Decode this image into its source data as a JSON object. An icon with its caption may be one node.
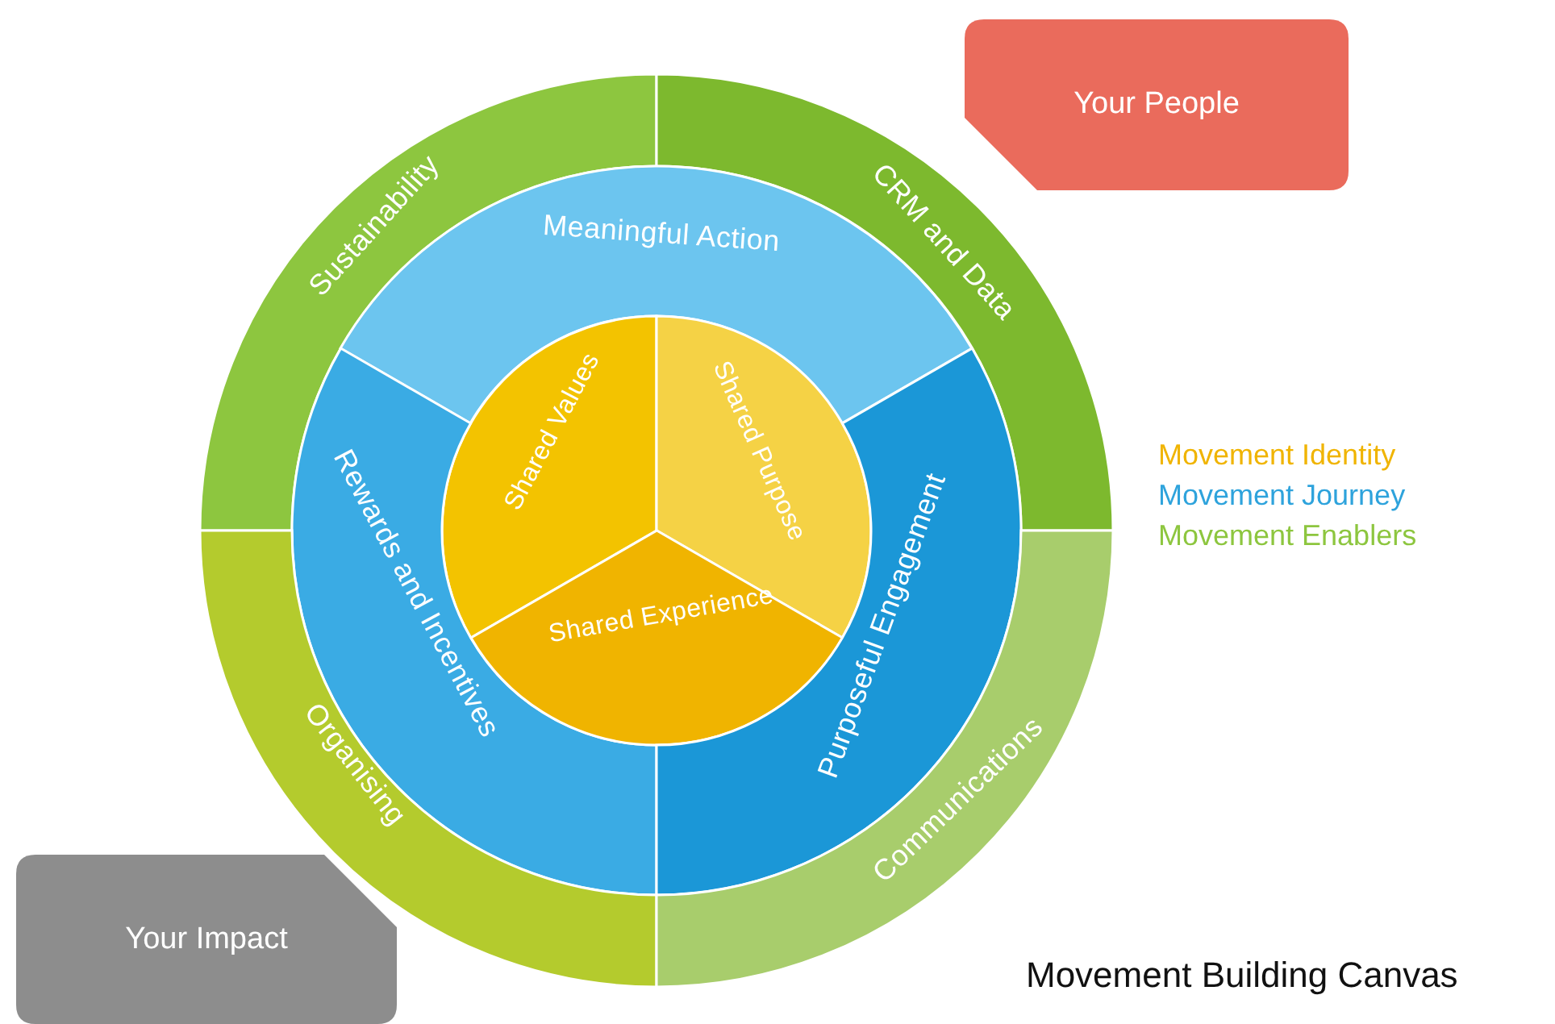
{
  "diagram": {
    "caption": "Movement Building Canvas",
    "nodes": [
      {
        "text": [
          "Sustainability"
        ]
      },
      {
        "text": [
          "CRM and Data"
        ]
      },
      {
        "text": [
          "Your People"
        ]
      },
      {
        "text": [
          "Meaningful Action"
        ]
      },
      {
        "text": [
          "Shared Values"
        ]
      },
      {
        "text": [
          "Shared Purpose"
        ]
      },
      {
        "text": [
          "Rewards and Incentives"
        ]
      },
      {
        "text": [
          "Shared Experience"
        ]
      },
      {
        "text": [
          "Purposeful Engagement"
        ]
      },
      {
        "text": [
          "Organising"
        ]
      },
      {
        "text": [
          "Communications"
        ]
      },
      {
        "text": [
          "Your Impact"
        ]
      }
    ],
    "legend": [
      {
        "text": "Movement Identity",
        "color": "#f0b400"
      },
      {
        "text": "Movement Journey",
        "color": "#2ea3dc"
      },
      {
        "text": "Movement Enablers",
        "color": "#8dc63f"
      }
    ]
  }
}
